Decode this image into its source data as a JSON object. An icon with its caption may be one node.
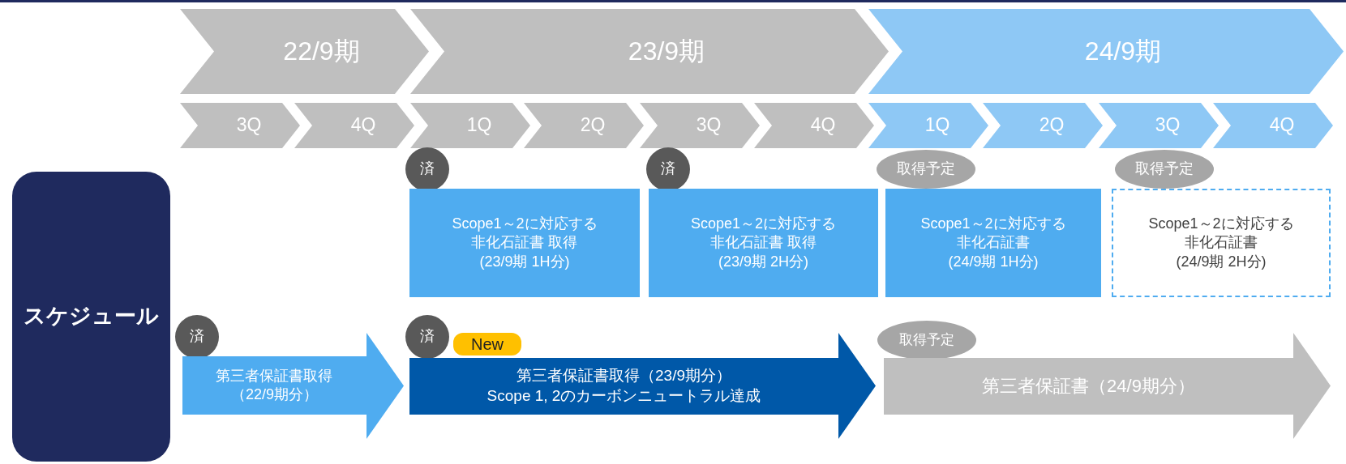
{
  "diagram": {
    "nodes": [
      {
        "text": [
          "22/9期"
        ]
      },
      {
        "text": [
          "23/9期"
        ]
      },
      {
        "text": [
          "24/9期"
        ]
      },
      {
        "text": [
          "3Q"
        ]
      },
      {
        "text": [
          "4Q"
        ]
      },
      {
        "text": [
          "1Q"
        ]
      },
      {
        "text": [
          "2Q"
        ]
      },
      {
        "text": [
          "3Q"
        ]
      },
      {
        "text": [
          "4Q"
        ]
      },
      {
        "text": [
          "1Q"
        ]
      },
      {
        "text": [
          "2Q"
        ]
      },
      {
        "text": [
          "3Q"
        ]
      },
      {
        "text": [
          "4Q"
        ]
      },
      {
        "text": [
          "スケジュール"
        ]
      },
      {
        "text": [
          "済"
        ]
      },
      {
        "text": [
          "Scope1～2に対応する非化石証書 取得 (23/9期 1H分)"
        ]
      },
      {
        "text": [
          "済"
        ]
      },
      {
        "text": [
          "Scope1～2に対応する非化石証書 取得 (23/9期 2H分)"
        ]
      },
      {
        "text": [
          "取得予定"
        ]
      },
      {
        "text": [
          "Scope1～2に対応する非化石証書 (24/9期 1H分)"
        ]
      },
      {
        "text": [
          "取得予定"
        ]
      },
      {
        "text": [
          "Scope1～2に対応する非化石証書 (24/9期 2H分)"
        ]
      },
      {
        "text": [
          "済"
        ]
      },
      {
        "text": [
          "第三者保証書取得（22/9期分）"
        ]
      },
      {
        "text": [
          "済"
        ]
      },
      {
        "text": [
          "New"
        ]
      },
      {
        "text": [
          "第三者保証書取得（23/9期分） Scope 1, 2のカーボンニュートラル達成"
        ]
      },
      {
        "text": [
          "取得予定"
        ]
      },
      {
        "text": [
          "第三者保証書（24/9期分）"
        ]
      }
    ]
  }
}
